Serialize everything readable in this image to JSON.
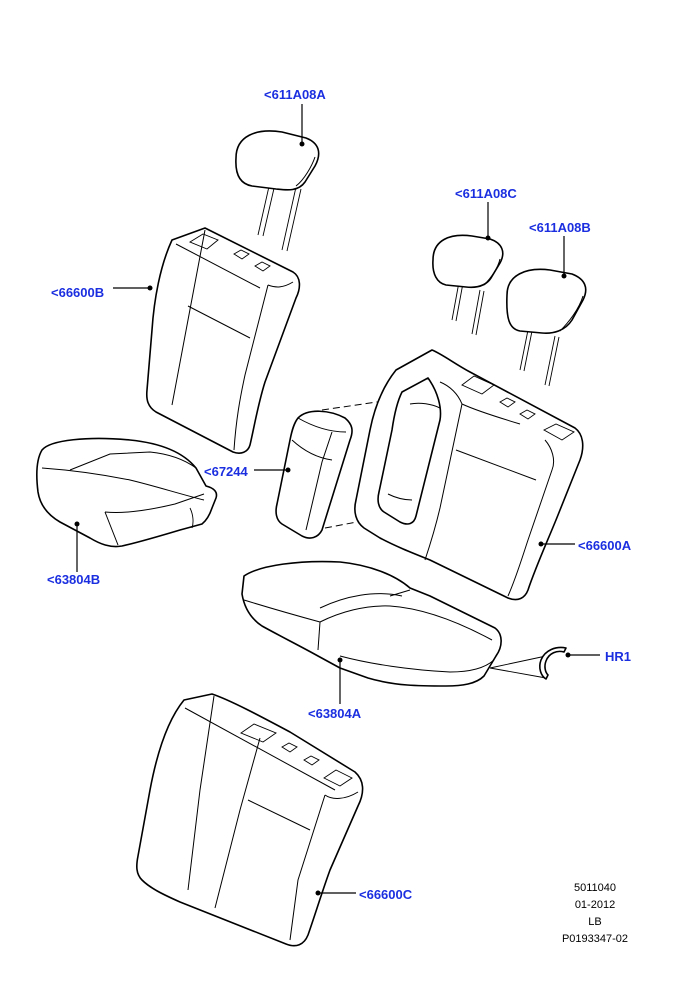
{
  "callouts": {
    "headrest_a": "<611A08A",
    "headrest_c": "<611A08C",
    "headrest_b": "<611A08B",
    "backrest_b": "<66600B",
    "armrest": "<67244",
    "backrest_a": "<66600A",
    "cushion_b": "<63804B",
    "cushion_a": "<63804A",
    "hook": "HR1",
    "backrest_c": "<66600C"
  },
  "stamp": {
    "line1": "5011040",
    "line2": "01-2012",
    "line3": "LB",
    "line4": "P0193347-02"
  },
  "colors": {
    "callout_text": "#1b2fe0",
    "line_art": "#000000",
    "background": "#ffffff"
  }
}
